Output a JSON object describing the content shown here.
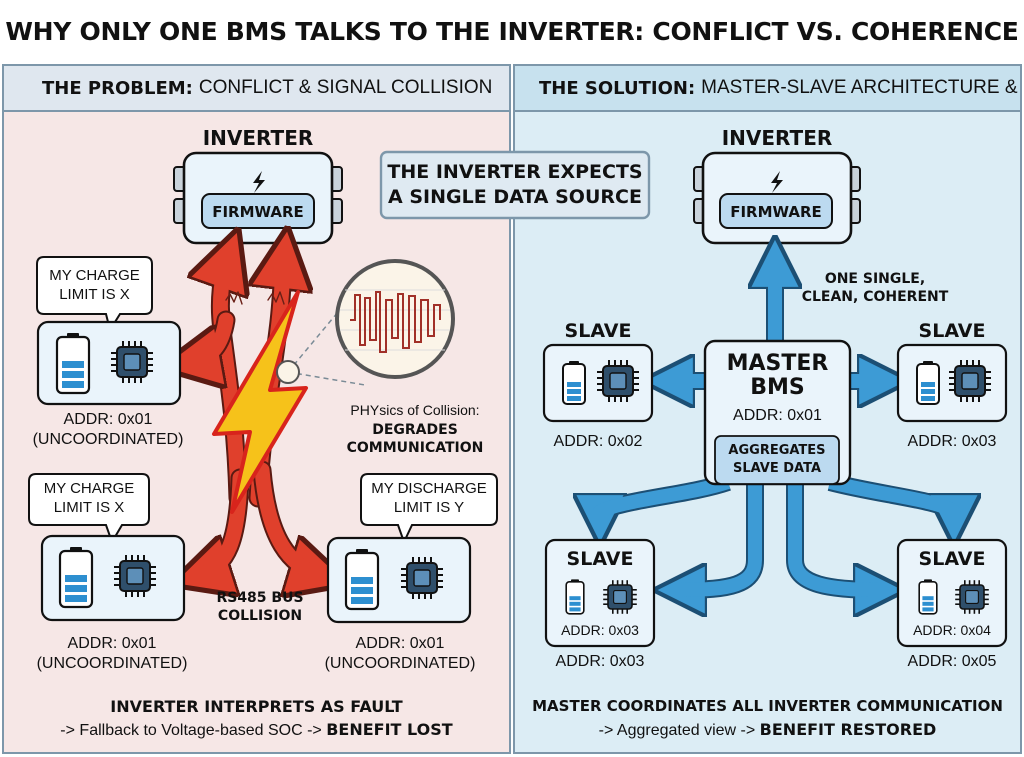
{
  "title": "WHY ONLY ONE BMS TALKS TO THE INVERTER: CONFLICT VS. COHERENCE",
  "problem": {
    "header_bold": "THE PROBLEM:",
    "header_text": "CONFLICT & SIGNAL COLLISION",
    "inverter_label": "INVERTER",
    "firmware_label": "FIRMWARE",
    "bubble_1": [
      "MY CHARGE",
      "LIMIT IS X"
    ],
    "bubble_2": [
      "MY CHARGE",
      "LIMIT IS X"
    ],
    "bubble_3": [
      "MY DISCHARGE",
      "LIMIT IS Y"
    ],
    "addr_1": "ADDR: 0x01",
    "uncoord_1": "(UNCOORDINATED)",
    "addr_2": "ADDR: 0x01",
    "uncoord_2": "(UNCOORDINATED)",
    "addr_3": "ADDR: 0x01",
    "uncoord_3": "(UNCOORDINATED)",
    "phy_label": "PHYsics of Collision:",
    "degrades": [
      "DEGRADES",
      "COMMUNICATION"
    ],
    "collision": [
      "RS485 BUS",
      "COLLISION"
    ],
    "footer_bold": "INVERTER INTERPRETS AS FAULT",
    "footer_prefix": "-> Fallback to Voltage-based SOC ->",
    "footer_emph": "BENEFIT LOST"
  },
  "callout": [
    "THE INVERTER EXPECTS",
    "A SINGLE DATA SOURCE"
  ],
  "solution": {
    "header_bold": "THE SOLUTION:",
    "header_text": "MASTER-SLAVE ARCHITECTURE &",
    "inverter_label": "INVERTER",
    "firmware_label": "FIRMWARE",
    "single_note": [
      "ONE SINGLE,",
      "CLEAN, COHERENT"
    ],
    "master_title": [
      "MASTER",
      "BMS"
    ],
    "master_addr": "ADDR: 0x01",
    "aggregates": [
      "AGGREGATES",
      "SLAVE DATA"
    ],
    "slave_label": "SLAVE",
    "slave_tl_addr": "ADDR: 0x02",
    "slave_tr_addr": "ADDR: 0x03",
    "slave_bl_inner": "ADDR: 0x03",
    "slave_bl_addr": "ADDR: 0x03",
    "slave_br_inner": "ADDR: 0x04",
    "slave_br_addr": "ADDR: 0x05",
    "footer_bold": "MASTER COORDINATES ALL INVERTER COMMUNICATION",
    "footer_prefix": "-> Aggregated view ->",
    "footer_emph": "BENEFIT RESTORED"
  },
  "colors": {
    "problem_bg": "#f6e7e6",
    "solution_bg": "#dcedf5",
    "conflict_arrow": "#e0402c",
    "solution_arrow": "#3d9bd5",
    "lightning": "#f6c21a",
    "device_fill": "#eaf4fb",
    "battery_fill": "#2d8fd0"
  }
}
